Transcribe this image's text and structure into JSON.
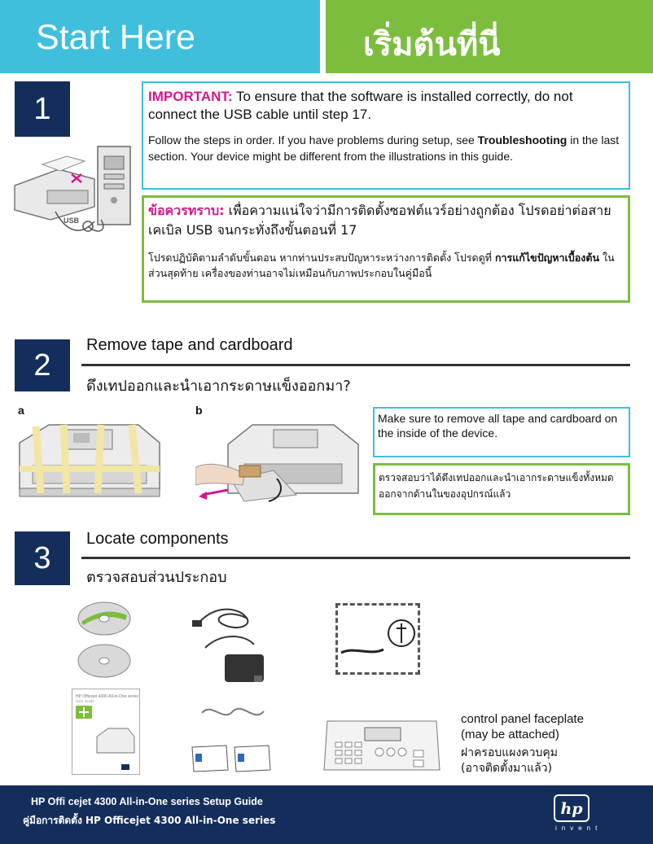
{
  "header": {
    "title_en": "Start Here",
    "title_th": "เริ่มต้นที่นี่"
  },
  "step1": {
    "number": "1",
    "usb_label": "USB",
    "important_label": "IMPORTANT:",
    "important_text": " To ensure that the software is installed correctly, do not connect the USB cable until step 17.",
    "follow_pre": "Follow the steps in order. If you have problems during setup, see ",
    "follow_bold": "Troubleshooting",
    "follow_post": " in the last section. Your device might be different from the illustrations in this guide.",
    "th_important_label": "ข้อควรทราบ:",
    "th_important_text": " เพื่อความแน่ใจว่ามีการติดตั้งซอฟต์แวร์อย่างถูกต้อง โปรดอย่าต่อสายเคเบิล USB จนกระทั่งถึงขั้นตอนที่ 17",
    "th_follow_pre": "โปรดปฏิบัติตามลำดับขั้นตอน หากท่านประสบปัญหาระหว่างการติดตั้ง โปรดดูที่ ",
    "th_follow_bold": "การแก้ไขปัญหาเบื้องต้น",
    "th_follow_post": " ในส่วนสุดท้าย เครื่องของท่านอาจไม่เหมือนกับภาพประกอบในคู่มือนี้"
  },
  "step2": {
    "number": "2",
    "title_en": "Remove tape and cardboard",
    "title_th": "ดึงเทปออกและนำเอากระดาษแข็งออกมา?",
    "label_a": "a",
    "label_b": "b",
    "note_en": " Make sure to remove all tape and cardboard on the inside of the device.",
    "note_th": " ตรวจสอบว่าได้ดึงเทปออกและนำเอากระดาษแข็งทั้งหมดออกจากด้านในของอุปกรณ์แล้ว"
  },
  "step3": {
    "number": "3",
    "title_en": "Locate components",
    "title_th": "ตรวจสอบส่วนประกอบ",
    "guide_title": "HP Officejet 4300 All-in-One series",
    "guide_subtitle": "User Guide",
    "faceplate_en_1": "control panel faceplate",
    "faceplate_en_2": "(may be attached)",
    "faceplate_th_1": "ฝาครอบแผงควบคุม",
    "faceplate_th_2": "(อาจติดตั้งมาแล้ว)"
  },
  "footer": {
    "line_en": "HP Offi cejet 4300 All-in-One series Setup Guide",
    "line_th": "คู่มือการติดตั้ง HP Officejet 4300 All-in-One series",
    "logo_text": "hp",
    "tagline": "invent"
  },
  "colors": {
    "cyan": "#3fbfdc",
    "green": "#7cbd3e",
    "navy": "#142e5c",
    "magenta": "#d4188c"
  }
}
